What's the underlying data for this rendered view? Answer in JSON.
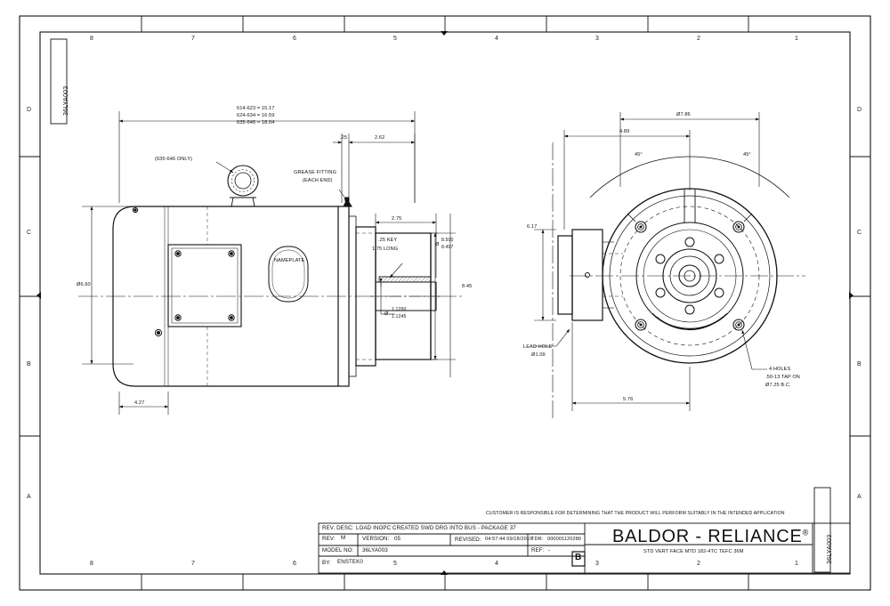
{
  "sheet": {
    "zone_cols_top": [
      "8",
      "7",
      "6",
      "5",
      "4",
      "3",
      "2",
      "1"
    ],
    "zone_cols_bottom": [
      "8",
      "7",
      "6",
      "5",
      "4",
      "3",
      "2",
      "1"
    ],
    "zone_rows_left": [
      "D",
      "C",
      "B",
      "A"
    ],
    "zone_rows_right": [
      "D",
      "C",
      "B",
      "A"
    ],
    "edge_tag_left": "36LYA003",
    "edge_tag_right": "36LYA003",
    "disclaimer": "CUSTOMER IS RESPONSIBLE FOR DETERMINING THAT THE PRODUCT WILL PERFORM SUITABLY IN THE INTENDED APPLICATION",
    "revision_zone_letter": "B"
  },
  "title_block": {
    "rev_desc_label": "REV. DESC:",
    "rev_desc_value": "LOAD INOPC CREATED SWD DRG INTO BUS - PACKAGE 37",
    "rev_label": "REV:",
    "rev_value": "M",
    "version_label": "VERSION:",
    "version_value": "05",
    "revised_label": "REVISED:",
    "revised_value": "04:57:44 09/18/2019",
    "tdr_label": "TDR:",
    "tdr_value": "000001120280",
    "model_label": "MODEL NO:",
    "model_value": "36LYA003",
    "ref_label": "REF:",
    "ref_value": "-",
    "by_label": "BY:",
    "by_value": "ENSTEK0",
    "brand": "BALDOR - RELIANCE",
    "brand_mark": "®",
    "product_line": "STD VERT FACE MTD 182-4TC TEFC 36M"
  },
  "side_view": {
    "length_table": [
      "614-623 = 15.17",
      "624-634 = 16.59",
      "635-646 = 18.04"
    ],
    "note_cover": "(635-646 ONLY)",
    "note_grease_1": "GREASE FITTING",
    "note_grease_2": "(EACH END)",
    "nameplate": "NAMEPLATE",
    "dim_frame_dia": "Ø6.60",
    "dim_base": "4.27",
    "dim_flange_thk": ".25",
    "dim_flange_len": "2.62",
    "dim_shaft_ext": "2.75",
    "dim_key_1": ".25 KEY",
    "dim_key_2": "1.75 LONG",
    "dim_pilot_top": "8.500",
    "dim_pilot_bot": "8.497",
    "dim_pilot_sym": "Ø",
    "dim_shaft_top": "1.1250",
    "dim_shaft_bot": "1.1245",
    "dim_shaft_sym": "Ø",
    "dim_height": "8.45"
  },
  "end_view": {
    "dim_outer_dia": "Ø7.86",
    "dim_width": "4.89",
    "dim_left_height": "6.17",
    "dim_bottom": "5.76",
    "angle_left": "45°",
    "angle_right": "45°",
    "note_lead_1": "LEAD HOLE",
    "note_lead_2": "Ø1.09",
    "note_holes_1": "4 HOLES",
    "note_holes_2": ".50-13 TAP ON",
    "note_holes_3": "Ø7.25 B.C."
  }
}
